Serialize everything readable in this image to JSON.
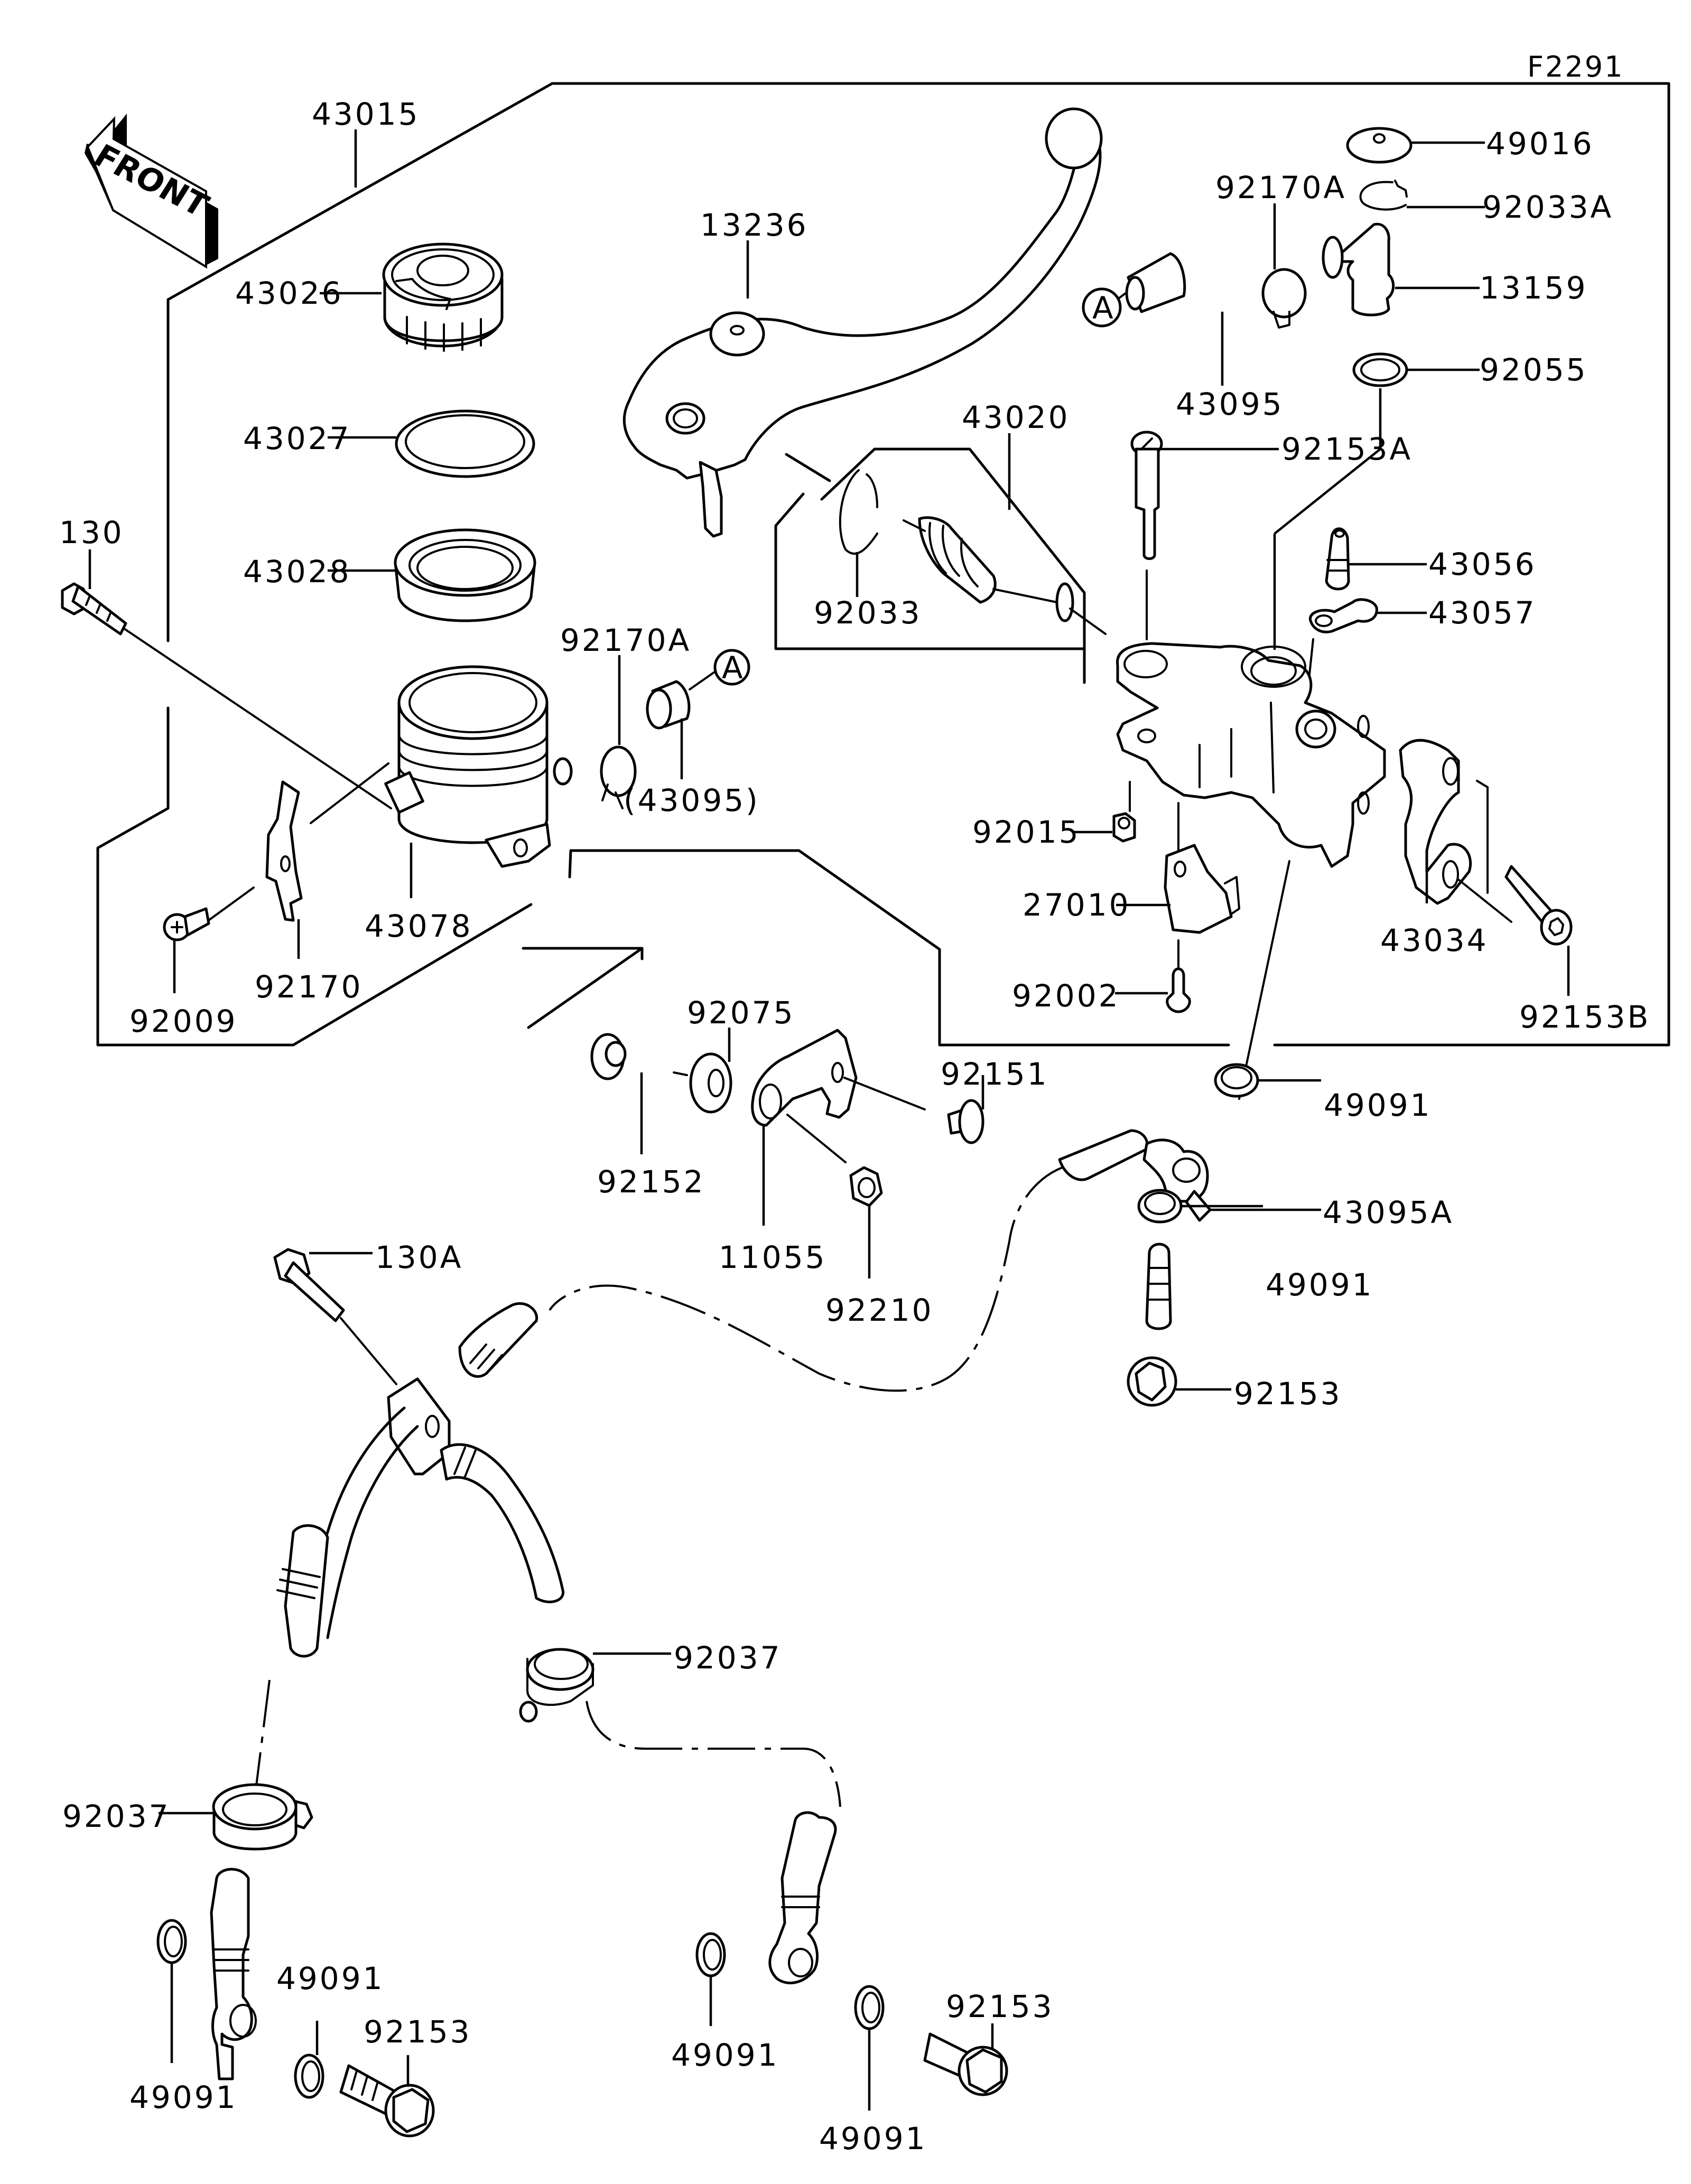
{
  "figure_code": "F2291",
  "front_indicator": "FRONT",
  "reference_marker": "A",
  "labels": {
    "l43015": "43015",
    "l13236": "13236",
    "l43026": "43026",
    "l43027": "43027",
    "l43028": "43028",
    "l130": "130",
    "l43020": "43020",
    "l92033": "92033",
    "l92170A_top": "92170A",
    "l49016": "49016",
    "l92033A": "92033A",
    "l13159": "13159",
    "l92055": "92055",
    "l43095_top": "43095",
    "l92153A": "92153A",
    "l43056": "43056",
    "l43057": "43057",
    "l92170A_mid": "92170A",
    "l43095_ref": "(43095)",
    "l92015": "92015",
    "l27010": "27010",
    "l92002": "92002",
    "l43034": "43034",
    "l92153B": "92153B",
    "l43078": "43078",
    "l92170": "92170",
    "l92009": "92009",
    "l92075": "92075",
    "l92152": "92152",
    "l92151": "92151",
    "l11055": "11055",
    "l92210": "92210",
    "l49091_a": "49091",
    "l43095A": "43095A",
    "l49091_b": "49091",
    "l92153_a": "92153",
    "l130A": "130A",
    "l92037_a": "92037",
    "l92037_b": "92037",
    "l49091_c": "49091",
    "l92153_b": "92153",
    "l49091_d": "49091",
    "l49091_e": "49091",
    "l92153_c": "92153",
    "l49091_f": "49091"
  }
}
